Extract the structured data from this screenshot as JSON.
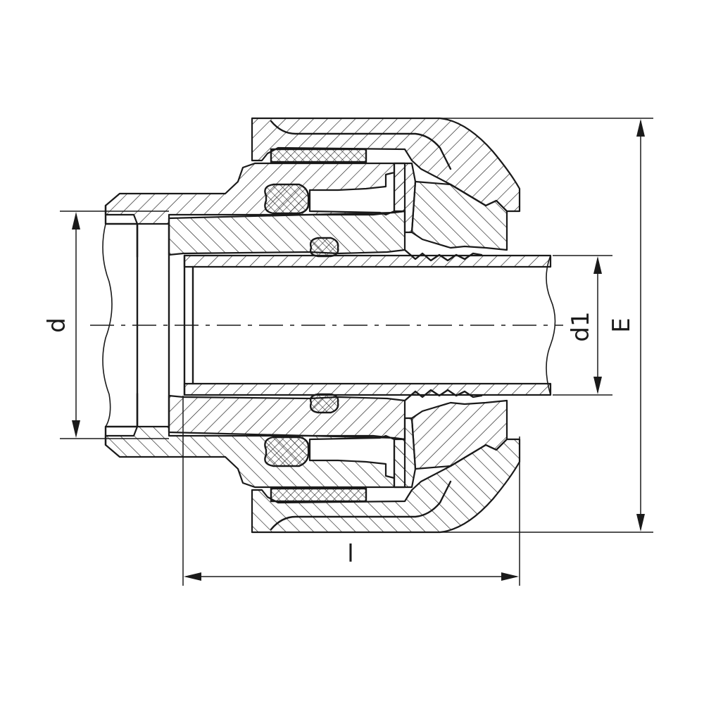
{
  "labels": {
    "d": "d",
    "d1": "d1",
    "E": "E",
    "l": "l"
  },
  "colors": {
    "ink": "#1a1a1a",
    "background": "#ffffff"
  }
}
